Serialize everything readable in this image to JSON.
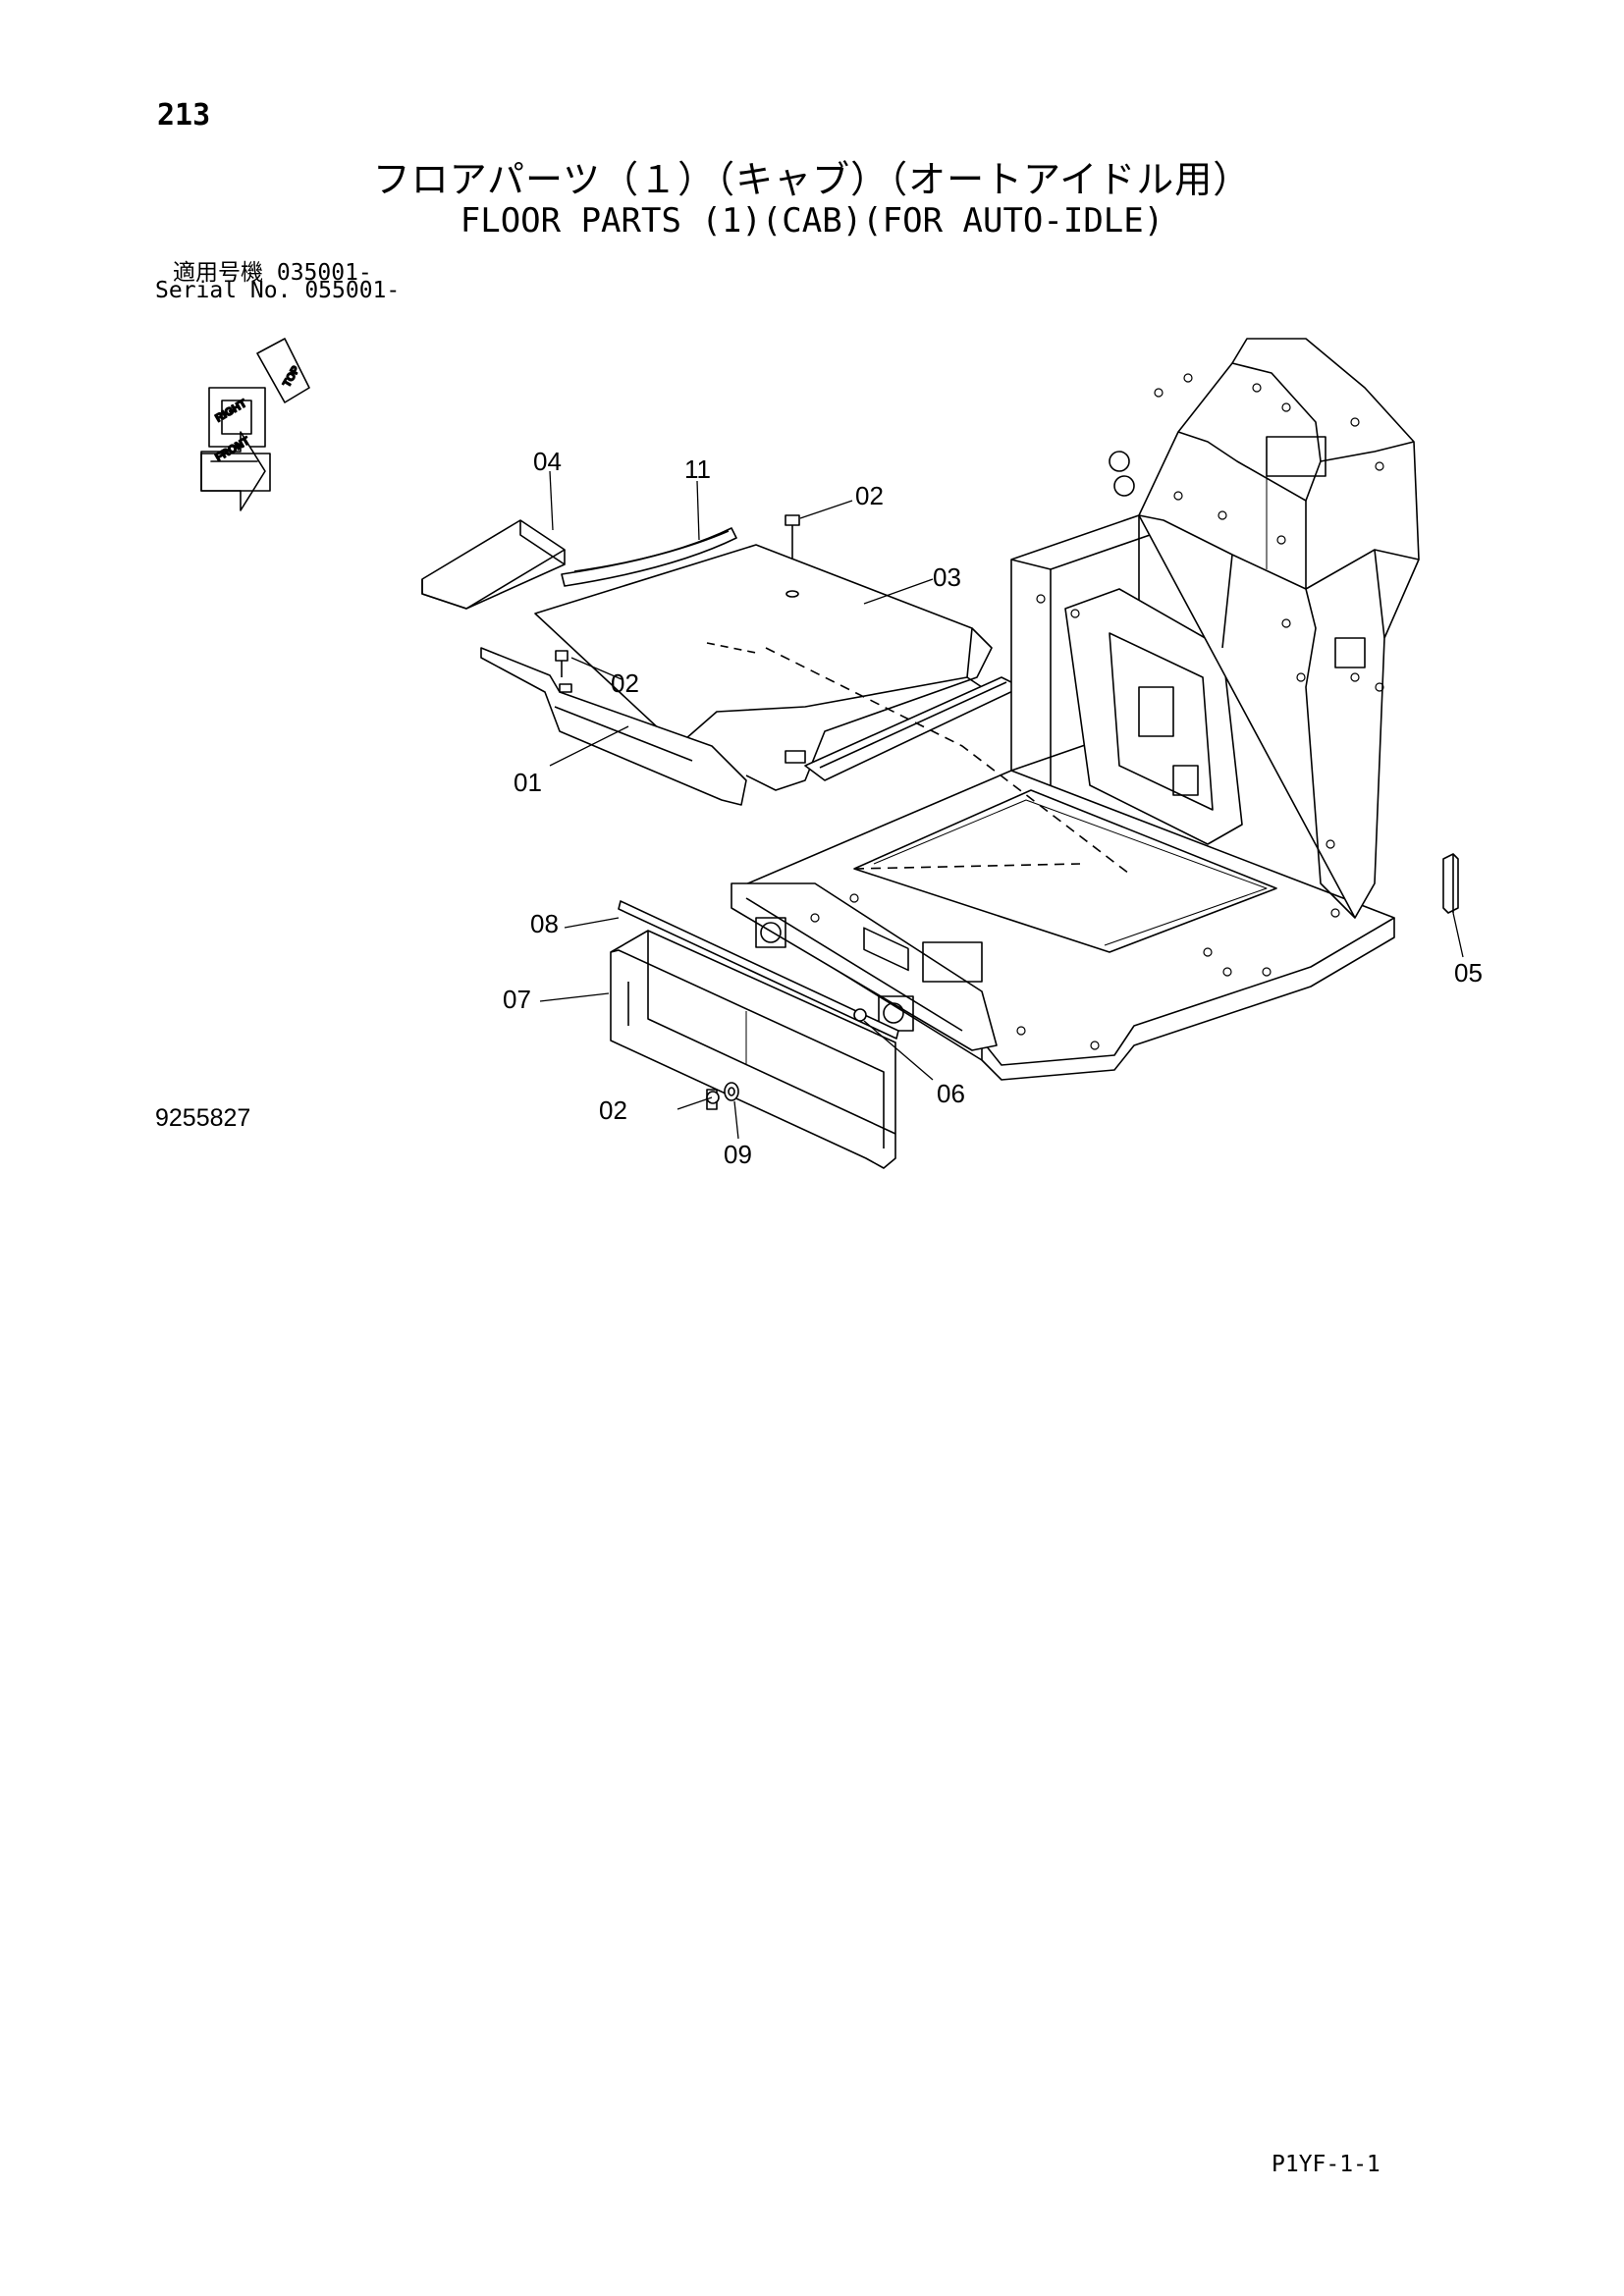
{
  "page_number": "213",
  "title_jp": "フロアパーツ（１）（キャブ）（オートアイドル用）",
  "title_en": "FLOOR PARTS (1)(CAB)(FOR AUTO-IDLE)",
  "serial_jp": "適用号機  035001-",
  "serial_en": "Serial No. 055001-",
  "orientation": {
    "top": "TOP",
    "right": "RIGHT",
    "front": "FRONT"
  },
  "callouts": {
    "c01": "01",
    "c02a": "02",
    "c02b": "02",
    "c02c": "02",
    "c03": "03",
    "c04": "04",
    "c05": "05",
    "c06": "06",
    "c07": "07",
    "c08": "08",
    "c09": "09",
    "c11": "11"
  },
  "figure_number": "9255827",
  "page_code": "P1YF-1-1"
}
